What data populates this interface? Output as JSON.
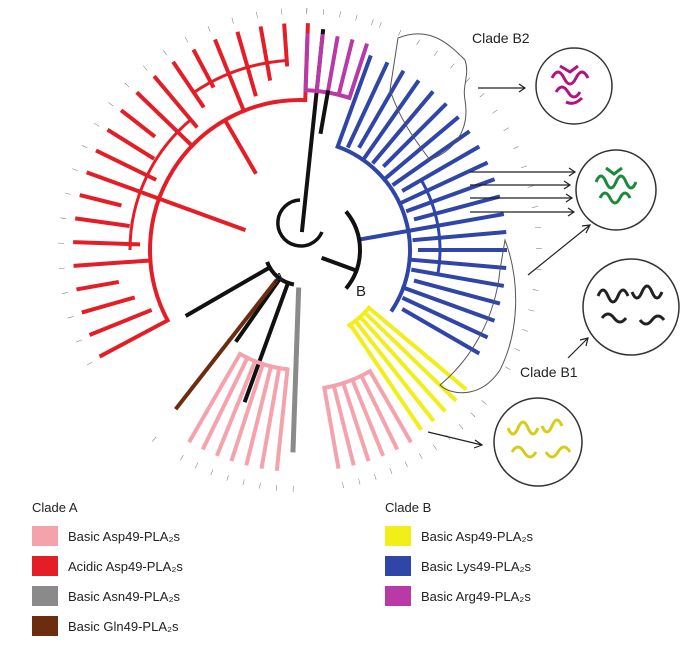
{
  "clade_b2_label": "Clade B2",
  "clade_b1_label": "Clade B1",
  "node_a": "A",
  "node_b": "B",
  "legend": {
    "clade_a": {
      "title": "Clade A",
      "items": [
        {
          "label": "Basic Asp49-PLA₂s",
          "color": "#f4a3ad"
        },
        {
          "label": "Acidic Asp49-PLA₂s",
          "color": "#e41e26"
        },
        {
          "label": "Basic Asn49-PLA₂s",
          "color": "#8a8a8a"
        },
        {
          "label": "Basic Gln49-PLA₂s",
          "color": "#6b2d0e"
        }
      ]
    },
    "clade_b": {
      "title": "Clade B",
      "items": [
        {
          "label": "Basic Asp49-PLA₂s",
          "color": "#f2ee1a"
        },
        {
          "label": "Basic Lys49-PLA₂s",
          "color": "#2f45a8"
        },
        {
          "label": "Basic Arg49-PLA₂s",
          "color": "#b73aa6"
        }
      ]
    }
  },
  "structure_icons": [
    "arg49-structure-icon",
    "lys49-structure-icon",
    "clade-b1-structure-icon",
    "asp49-structure-icon"
  ]
}
